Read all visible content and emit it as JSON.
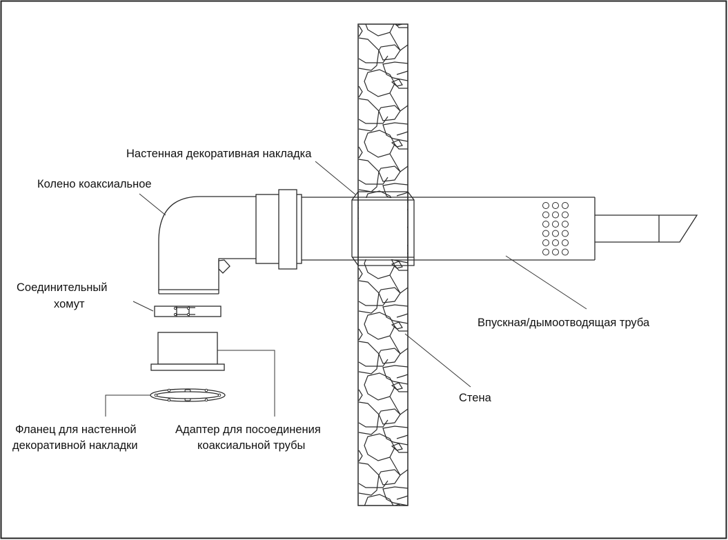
{
  "diagram": {
    "type": "installation-schematic",
    "title": "",
    "labels": {
      "wall_trim": "Настенная декоративная накладка",
      "coaxial_elbow": "Колено коаксиальное",
      "clamp_line1": "Соединительный",
      "clamp_line2": "хомут",
      "flange_line1": "Фланец для настенной",
      "flange_line2": "декоративной накладки",
      "adapter_line1": "Адаптер для посоединения",
      "adapter_line2": "коаксиальной трубы",
      "wall": "Стена",
      "intake_exhaust_pipe": "Впускная/дымоотводящая труба"
    },
    "components": [
      {
        "id": "coaxial_elbow",
        "label_key": "coaxial_elbow"
      },
      {
        "id": "coupling_sleeve",
        "label_key": ""
      },
      {
        "id": "wall_trim",
        "label_key": "wall_trim"
      },
      {
        "id": "wall",
        "label_key": "wall"
      },
      {
        "id": "intake_exhaust_pipe",
        "label_key": "intake_exhaust_pipe"
      },
      {
        "id": "connecting_clamp",
        "label_key": "clamp_line1"
      },
      {
        "id": "adapter",
        "label_key": "adapter_line1"
      },
      {
        "id": "flange",
        "label_key": "flange_line1"
      }
    ],
    "vent_holes": {
      "rows": 6,
      "cols": 3
    },
    "colors": {
      "line": "#2a2a2a",
      "background": "#ffffff",
      "text": "#111111"
    }
  }
}
